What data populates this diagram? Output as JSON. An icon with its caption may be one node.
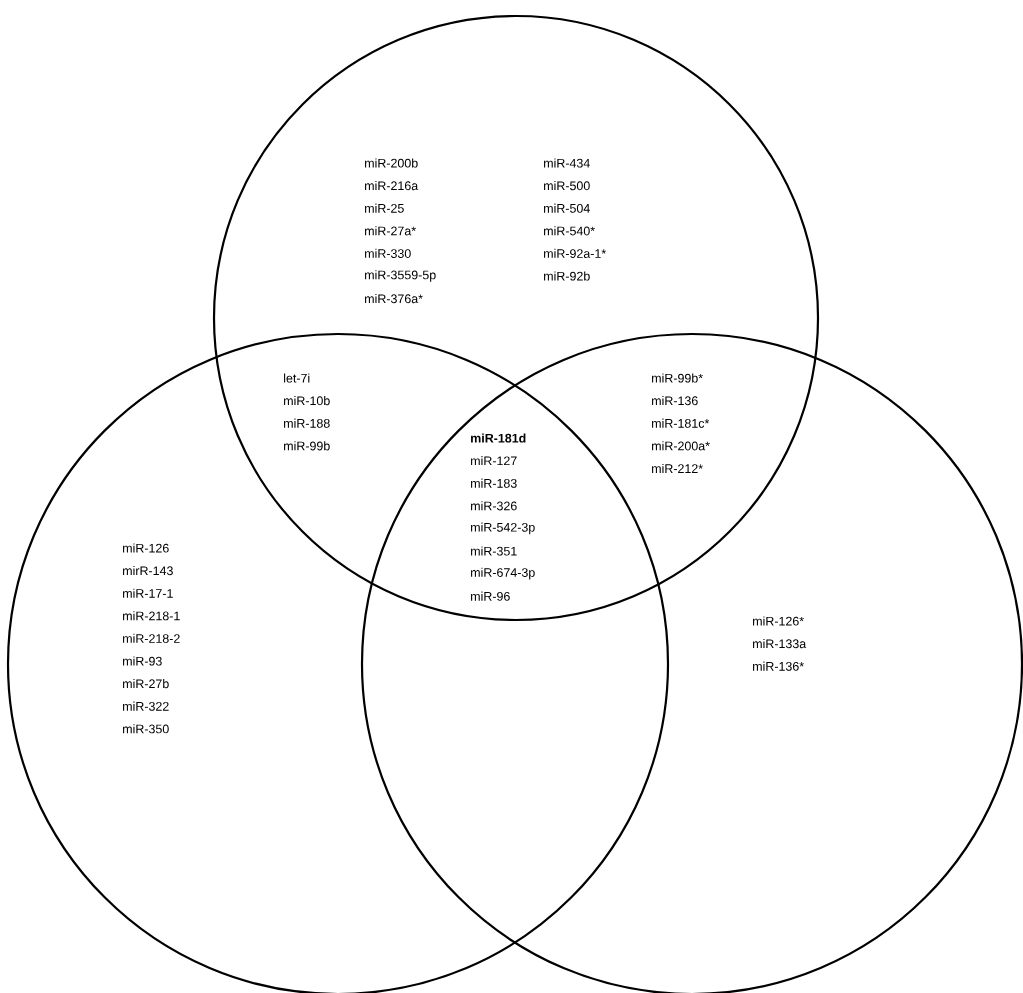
{
  "diagram": {
    "nodes": [
      {
        "text": [],
        "shape": "circle"
      },
      {
        "text": [],
        "shape": "circle"
      },
      {
        "text": [],
        "shape": "circle"
      }
    ],
    "labels": [
      "miR-200b",
      "miR-216a",
      "miR-25",
      "miR-27a*",
      "miR-330",
      "miR-3559-5p",
      "miR-376a*",
      "miR-434",
      "miR-500",
      "miR-504",
      "miR-540*",
      "miR-92a-1*",
      "miR-92b",
      "let-7i",
      "miR-10b",
      "miR-188",
      "miR-99b",
      "miR-99b*",
      "miR-136",
      "miR-181c*",
      "miR-200a*",
      "miR-212*",
      "miR-181d",
      "miR-127",
      "miR-183",
      "miR-326",
      "miR-542-3p",
      "miR-351",
      "miR-674-3p",
      "miR-96",
      "miR-126",
      "mirR-143",
      "miR-17-1",
      "miR-218-1",
      "miR-218-2",
      "miR-93",
      "miR-27b",
      "miR-322",
      "miR-350",
      "miR-126*",
      "miR-133a",
      "miR-136*"
    ]
  }
}
